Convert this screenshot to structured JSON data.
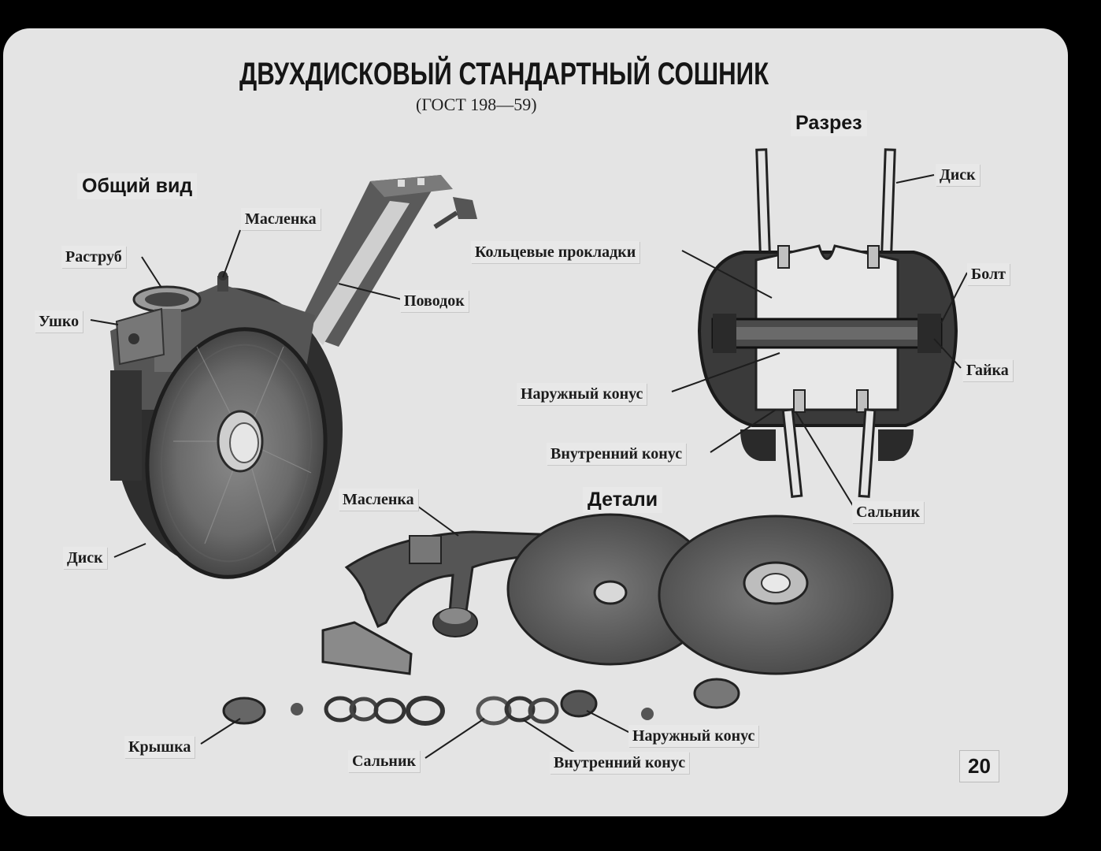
{
  "title": "ДВУХДИСКОВЫЙ СТАНДАРТНЫЙ СОШНИК",
  "subtitle": "(ГОСТ 198—59)",
  "views": {
    "general": "Общий вид",
    "section": "Разрез",
    "parts": "Детали"
  },
  "labels": {
    "general_oiler": "Масленка",
    "general_funnel": "Раструб",
    "general_lug": "Ушко",
    "general_leash": "Поводок",
    "general_disk": "Диск",
    "section_disk": "Диск",
    "section_rings": "Кольцевые прокладки",
    "section_bolt": "Болт",
    "section_nut": "Гайка",
    "section_outer_cone": "Наружный конус",
    "section_inner_cone": "Внутренний конус",
    "section_seal": "Сальник",
    "parts_oiler": "Масленка",
    "parts_cap": "Крышка",
    "parts_seal": "Сальник",
    "parts_inner_cone": "Внутренний конус",
    "parts_outer_cone": "Наружный конус"
  },
  "page_number": "20"
}
